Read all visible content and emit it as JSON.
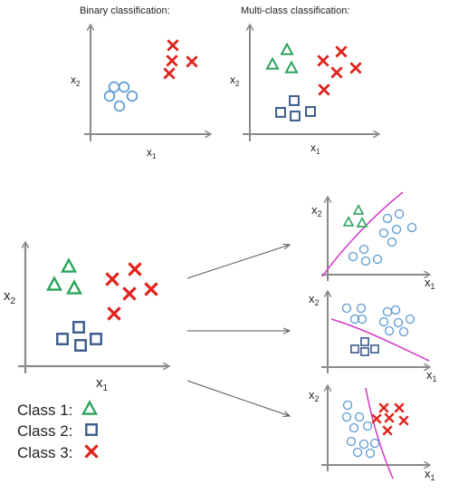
{
  "titles": {
    "binary": "Binary classification:",
    "multiclass": "Multi-class classification:"
  },
  "axis": {
    "x_base": "x",
    "x_sub": "1",
    "y_base": "x",
    "y_sub": "2"
  },
  "legend": {
    "class1": "Class 1:",
    "class2": "Class 2:",
    "class3": "Class 3:"
  },
  "colors": {
    "axis": "#8a8a8a",
    "triangle": "#2aa55a",
    "square": "#3b5b8c",
    "cross": "#e0231c",
    "circle": "#5b9bd5",
    "boundary": "#d43fc9",
    "arrow": "#555555"
  },
  "icons": {
    "class1": "triangle-icon",
    "class2": "square-icon",
    "class3": "cross-icon"
  }
}
